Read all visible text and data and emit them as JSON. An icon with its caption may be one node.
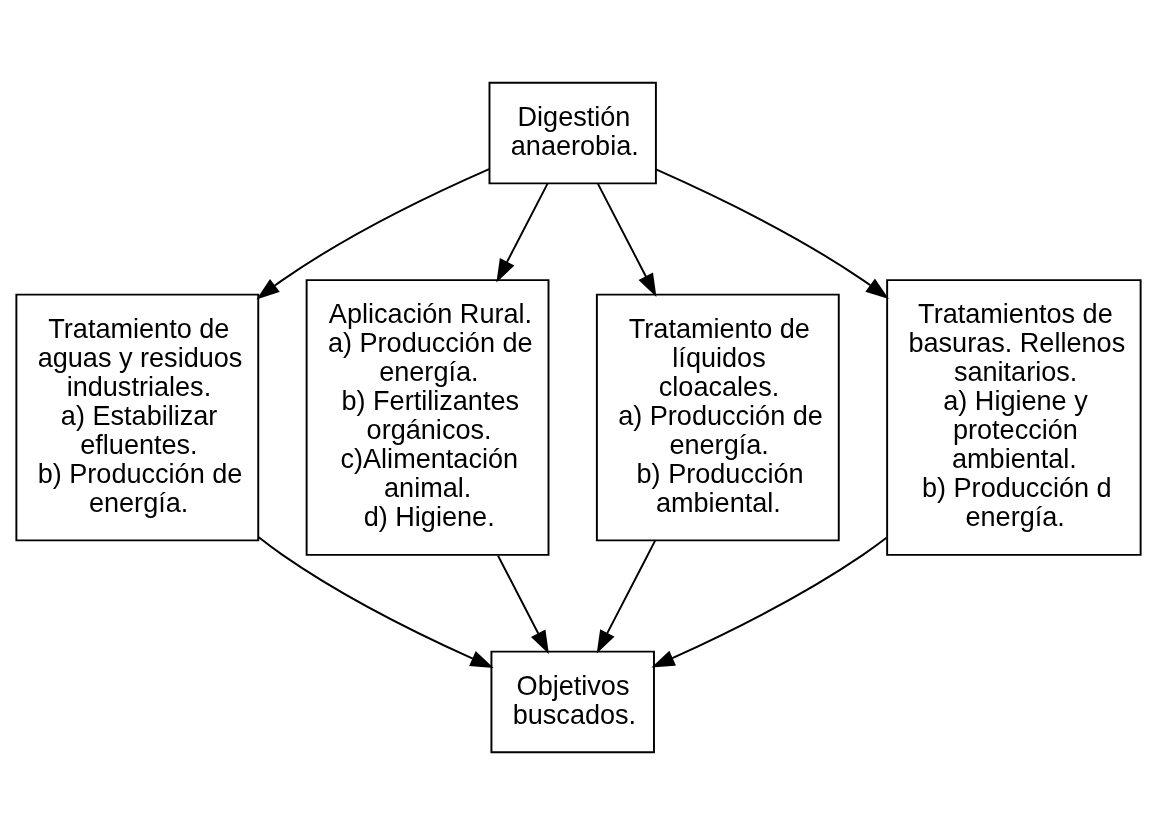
{
  "diagram": {
    "nodes": [
      {
        "text": [
          "Digestión anaerobia."
        ]
      },
      {
        "text": [
          "Tratamiento de aguas y residuos industriales.",
          "a) Estabilizar efluentes.",
          "b) Producción de energía."
        ]
      },
      {
        "text": [
          "Aplicación Rural.",
          "a) Producción de energía.",
          "b) Fertilizantes orgánicos.",
          "c)Alimentación animal.",
          "d) Higiene."
        ]
      },
      {
        "text": [
          "Tratamiento de líquidos cloacales.",
          "a) Producción de energía.",
          "b) Producción ambiental."
        ]
      },
      {
        "text": [
          "Tratamientos de basuras. Rellenos sanitarios.",
          "a) Higiene y protección ambiental.",
          "b) Producción d energía."
        ]
      },
      {
        "text": [
          "Objetivos buscados."
        ]
      }
    ],
    "edges": [
      {
        "from": 0,
        "to": 1,
        "arrow": "to"
      },
      {
        "from": 0,
        "to": 2,
        "arrow": "to"
      },
      {
        "from": 0,
        "to": 3,
        "arrow": "to"
      },
      {
        "from": 0,
        "to": 4,
        "arrow": "to"
      },
      {
        "from": 1,
        "to": 5,
        "arrow": "to"
      },
      {
        "from": 2,
        "to": 5,
        "arrow": "to"
      },
      {
        "from": 3,
        "to": 5,
        "arrow": "to"
      },
      {
        "from": 4,
        "to": 5,
        "arrow": "to"
      }
    ]
  }
}
